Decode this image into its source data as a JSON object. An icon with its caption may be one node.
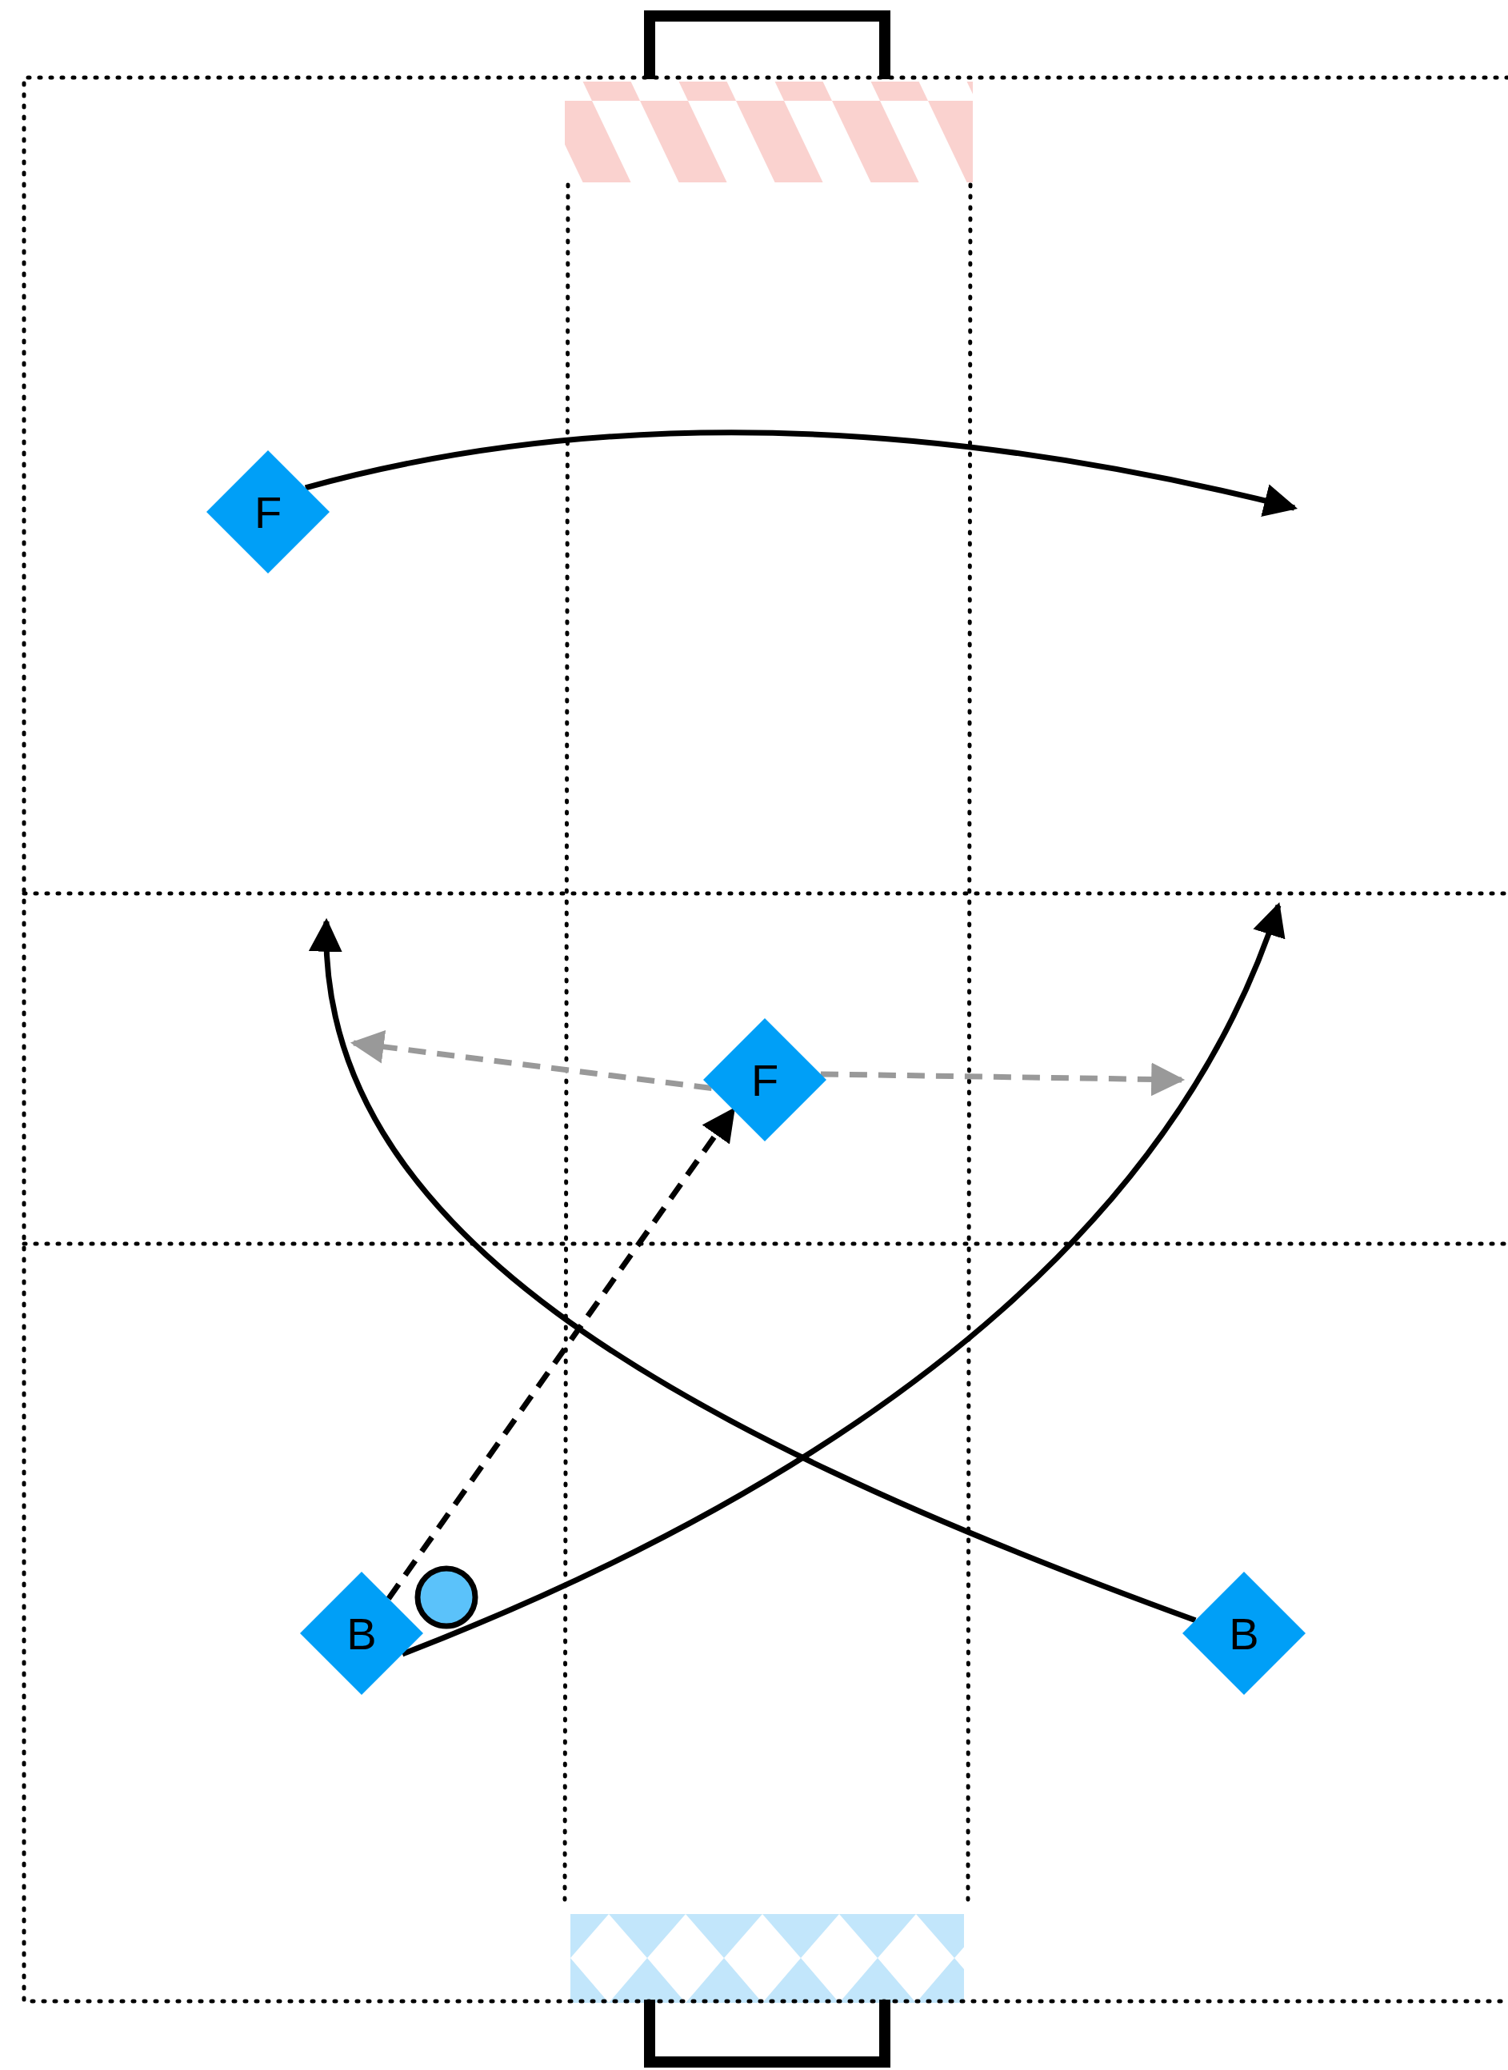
{
  "diagram": {
    "nodes": [
      {
        "text": [
          "F"
        ]
      },
      {
        "text": [
          "F"
        ]
      },
      {
        "text": [
          "B"
        ]
      },
      {
        "text": [],
        "shape": "circle"
      },
      {
        "text": [
          "B"
        ]
      }
    ],
    "edges": [
      {
        "from": 0,
        "to": null,
        "arrow": "to"
      },
      {
        "from": 2,
        "to": null,
        "arrow": "to"
      },
      {
        "from": 4,
        "to": null,
        "arrow": "to"
      },
      {
        "from": 2,
        "to": 1,
        "arrow": "to",
        "style": "dashed"
      },
      {
        "from": 1,
        "to": null,
        "arrow": "to",
        "style": "dashed",
        "color": "#999999"
      },
      {
        "from": 1,
        "to": null,
        "arrow": "to",
        "style": "dashed",
        "color": "#999999"
      }
    ]
  }
}
